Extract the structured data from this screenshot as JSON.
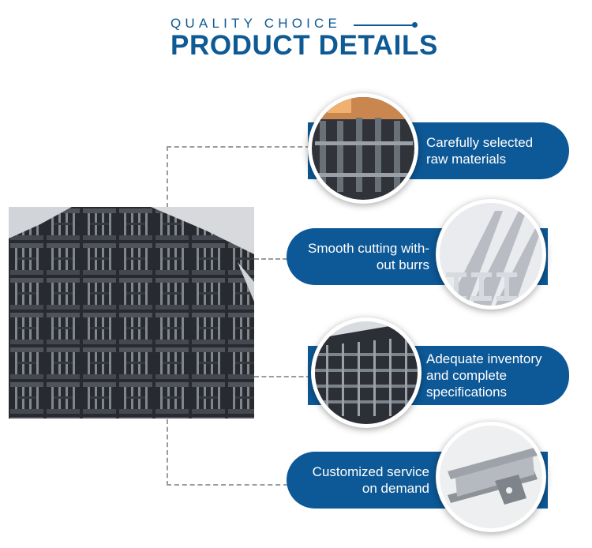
{
  "header": {
    "subtitle": "QUALITY CHOICE",
    "title": "PRODUCT DETAILS"
  },
  "features": [
    {
      "line1": "Carefully selected",
      "line2": "raw materials",
      "line3": ""
    },
    {
      "line1": "Smooth cutting with-",
      "line2": "out burrs",
      "line3": ""
    },
    {
      "line1": "Adequate inventory",
      "line2": "and complete",
      "line3": "specifications"
    },
    {
      "line1": "Customized service",
      "line2": "on demand",
      "line3": ""
    }
  ],
  "colors": {
    "brand_blue": "#0e5a94",
    "pill_blue": "#0d5896",
    "connector_gray": "#9b9b9b"
  }
}
